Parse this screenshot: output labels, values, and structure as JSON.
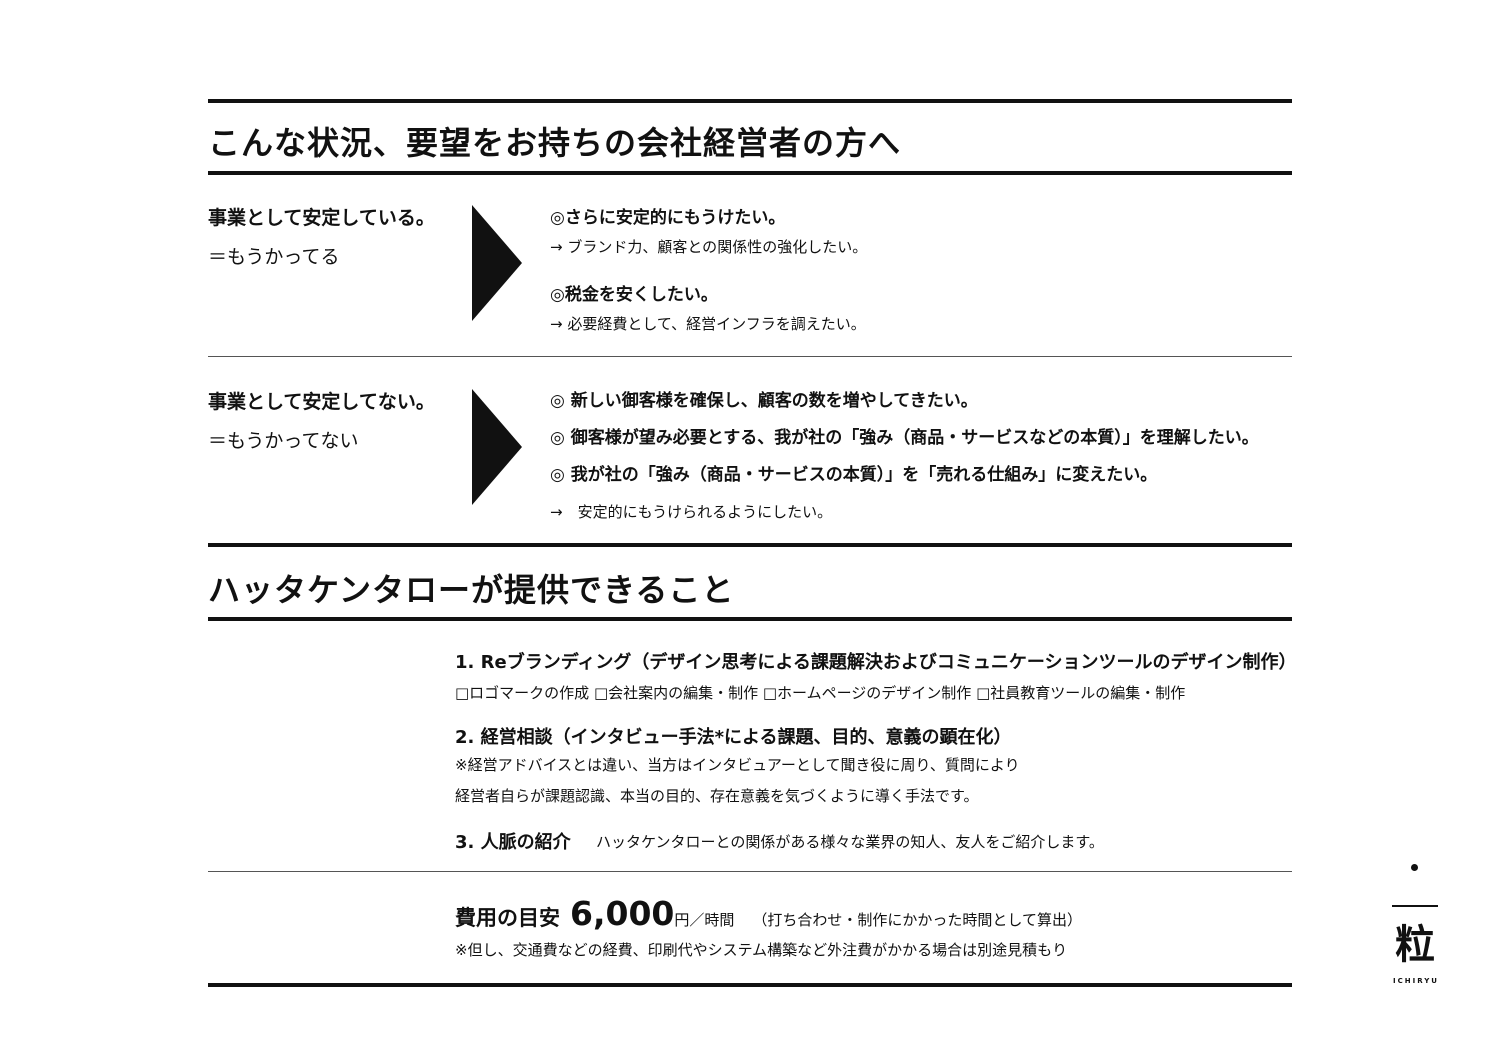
{
  "section1": {
    "heading": "こんな状況、要望をお持ちの会社経営者の方へ",
    "situations": [
      {
        "title": "事業として安定している。",
        "sub": "＝もうかってる",
        "wishes": [
          {
            "title": "◎さらに安定的にもうけたい。",
            "note": "→ ブランド力、顧客との関係性の強化したい。"
          },
          {
            "title": "◎税金を安くしたい。",
            "note": "→ 必要経費として、経営インフラを調えたい。"
          }
        ]
      },
      {
        "title": "事業として安定してない。",
        "sub": "＝もうかってない",
        "wishes": [
          "◎ 新しい御客様を確保し、顧客の数を増やしてきたい。",
          "◎ 御客様が望み必要とする、我が社の「強み（商品・サービスなどの本質）」を理解したい。",
          "◎ 我が社の「強み（商品・サービスの本質）」を「売れる仕組み」に変えたい。"
        ],
        "note": "→　安定的にもうけられるようにしたい。"
      }
    ]
  },
  "section2": {
    "heading": "ハッタケンタローが提供できること",
    "services": [
      {
        "title": "1. Reブランディング（デザイン思考による課題解決およびコミュニケーションツールのデザイン制作）",
        "text": "□ロゴマークの作成 □会社案内の編集・制作 □ホームページのデザイン制作 □社員教育ツールの編集・制作"
      },
      {
        "title": "2. 経営相談（インタビュー手法*による課題、目的、意義の顕在化）",
        "text1": "※経営アドバイスとは違い、当方はインタビュアーとして聞き役に周り、質問により",
        "text2": "経営者自らが課題認識、本当の目的、存在意義を気づくように導く手法です。"
      },
      {
        "title": "3. 人脈の紹介",
        "text": "ハッタケンタローとの関係がある様々な業界の知人、友人をご紹介します。"
      }
    ]
  },
  "fee": {
    "label": "費用の目安",
    "amount": "6,000",
    "unit": "円／時間",
    "note": "（打ち合わせ・制作にかかった時間として算出）",
    "footnote": "※但し、交通費などの経費、印刷代やシステム構築など外注費がかかる場合は別途見積もり"
  },
  "logo": {
    "mark": "粒",
    "text": "ICHIRYU"
  }
}
